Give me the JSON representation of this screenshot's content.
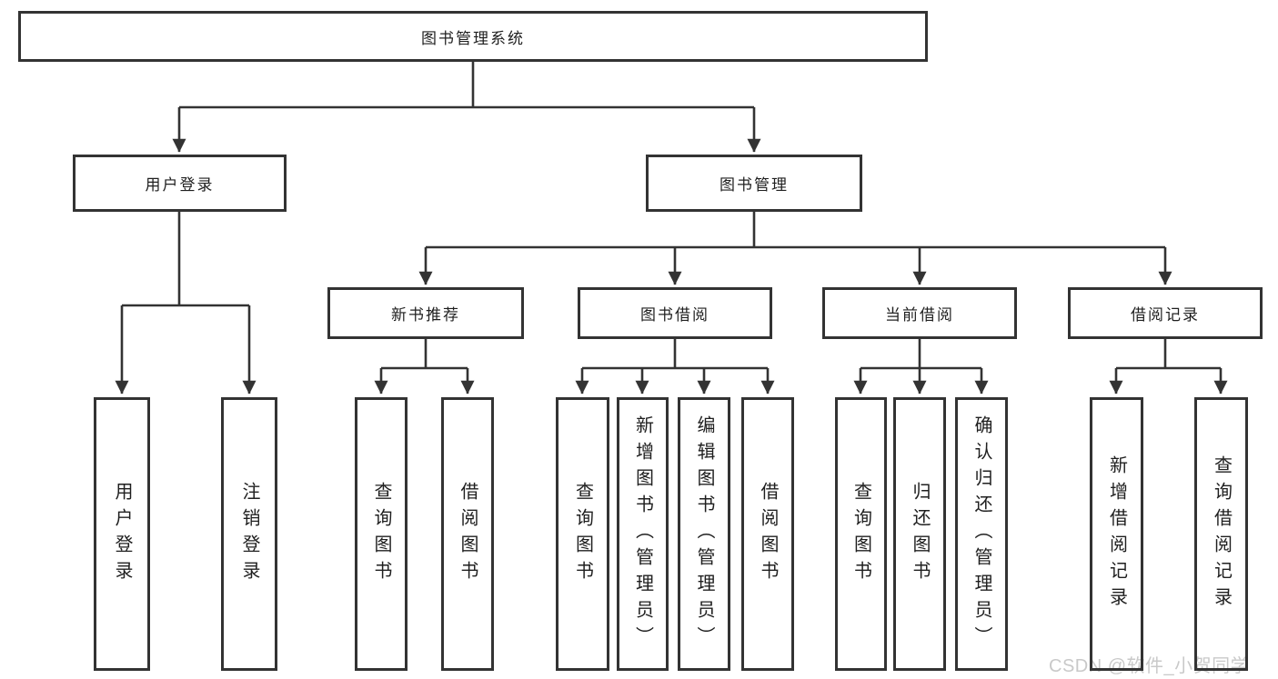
{
  "tree": {
    "root": {
      "label": "图书管理系统"
    },
    "level2": [
      {
        "label": "用户登录"
      },
      {
        "label": "图书管理"
      }
    ],
    "level3": [
      {
        "label": "新书推荐"
      },
      {
        "label": "图书借阅"
      },
      {
        "label": "当前借阅"
      },
      {
        "label": "借阅记录"
      }
    ],
    "leaves": {
      "user_login": [
        "用户登录",
        "注销登录"
      ],
      "new_book": [
        "查询图书",
        "借阅图书"
      ],
      "borrow": [
        "查询图书",
        "新增图书（管理员）",
        "编辑图书（管理员）",
        "借阅图书"
      ],
      "current": [
        "查询图书",
        "归还图书",
        "确认归还（管理员）"
      ],
      "records": [
        "新增借阅记录",
        "查询借阅记录"
      ]
    }
  },
  "watermark": "CSDN @软件_小贺同学",
  "colors": {
    "line": "#333333",
    "box_border": "#333333",
    "text": "#1f1f1f",
    "background": "#ffffff",
    "watermark": "#c9c9c9"
  }
}
